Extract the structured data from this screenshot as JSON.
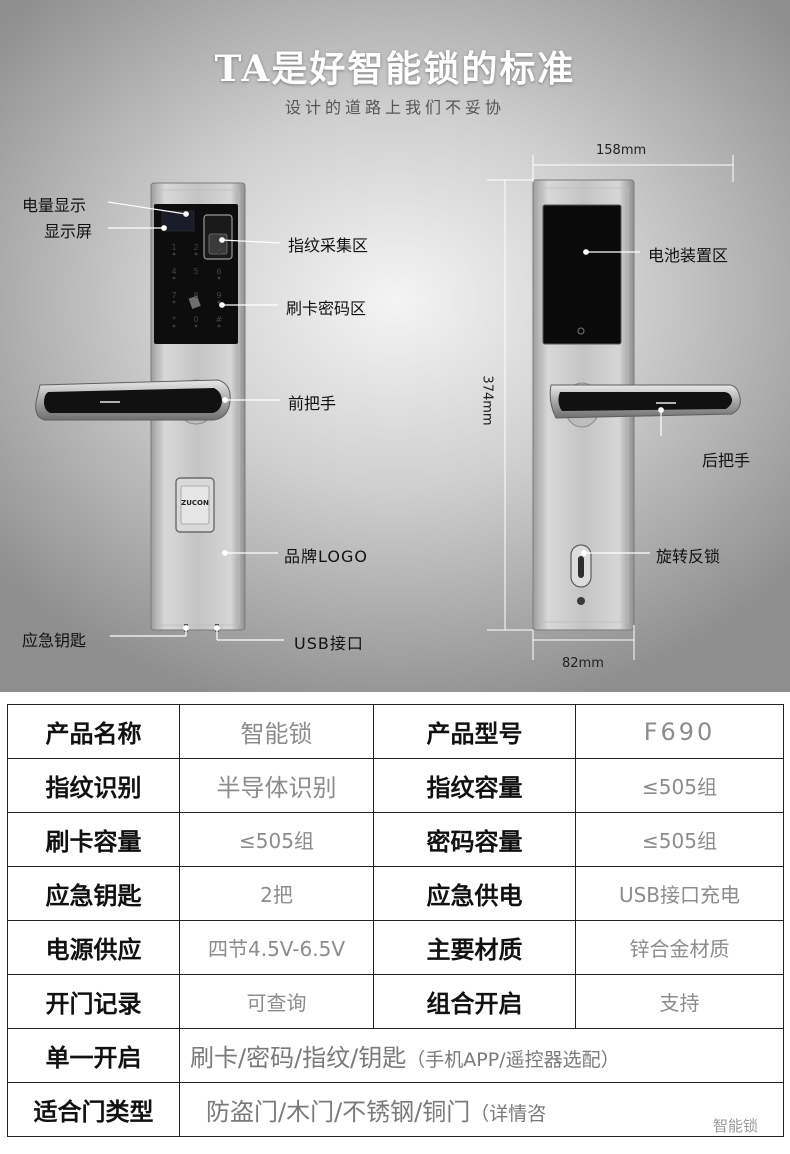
{
  "hero": {
    "title": "TA是好智能锁的标准",
    "subtitle": "设计的道路上我们不妥协"
  },
  "callouts": {
    "battery_display": "电量显示",
    "display_screen": "显示屏",
    "fingerprint_area": "指纹采集区",
    "card_password_area": "刷卡密码区",
    "front_handle": "前把手",
    "brand_logo": "品牌LOGO",
    "emergency_key": "应急钥匙",
    "usb_port": "USB接口",
    "battery_area": "电池装置区",
    "rear_handle": "后把手",
    "rotate_lock": "旋转反锁"
  },
  "dimensions": {
    "width_top": "158mm",
    "height": "374mm",
    "width_bottom": "82mm"
  },
  "lock": {
    "brand": "ZUCON",
    "keypad_digits": [
      "1",
      "2",
      "3",
      "4",
      "5",
      "6",
      "7",
      "8",
      "9",
      "*",
      "0",
      "#"
    ]
  },
  "specs": {
    "rows": [
      {
        "k1": "产品名称",
        "v1": "智能锁",
        "k2": "产品型号",
        "v2": "F690"
      },
      {
        "k1": "指纹识别",
        "v1": "半导体识别",
        "k2": "指纹容量",
        "v2": "≤505组"
      },
      {
        "k1": "刷卡容量",
        "v1": "≤505组",
        "k2": "密码容量",
        "v2": "≤505组"
      },
      {
        "k1": "应急钥匙",
        "v1": "2把",
        "k2": "应急供电",
        "v2": "USB接口充电"
      },
      {
        "k1": "电源供应",
        "v1": "四节4.5V-6.5V",
        "k2": "主要材质",
        "v2": "锌合金材质"
      },
      {
        "k1": "开门记录",
        "v1": "可查询",
        "k2": "组合开启",
        "v2": "支持"
      }
    ],
    "single_open": {
      "k": "单一开启",
      "v": "刷卡/密码/指纹/钥匙",
      "note": "（手机APP/遥控器选配）"
    },
    "door_type": {
      "k": "适合门类型",
      "v": "防盗门/木门/不锈钢/铜门",
      "note": "（详情咨"
    }
  },
  "watermark": "智能锁"
}
